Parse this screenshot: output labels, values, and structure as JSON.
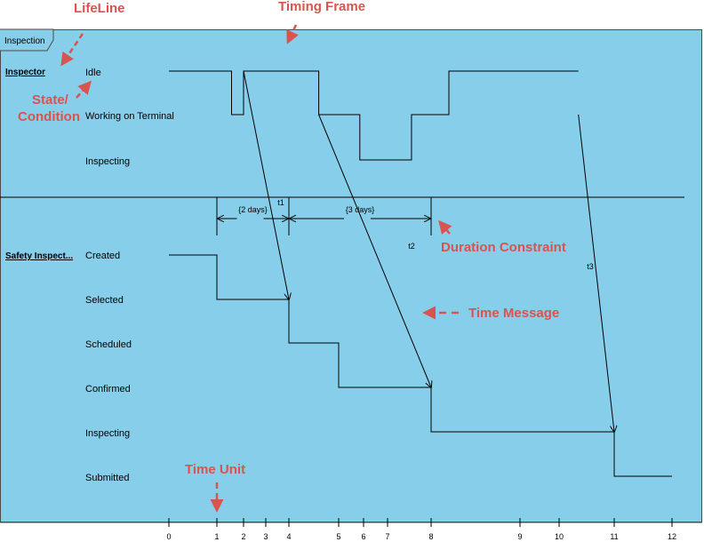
{
  "frame": {
    "title": "Inspection"
  },
  "lifelines": [
    {
      "name": "Inspector",
      "states": [
        "Idle",
        "Working on Terminal",
        "Inspecting"
      ]
    },
    {
      "name": "Safety Inspect...",
      "states": [
        "Created",
        "Selected",
        "Scheduled",
        "Confirmed",
        "Inspecting",
        "Submitted"
      ]
    }
  ],
  "time_axis": {
    "ticks": [
      0,
      1,
      2,
      3,
      4,
      5,
      6,
      7,
      8,
      9,
      10,
      11,
      12
    ]
  },
  "inspector_timeline": [
    {
      "t": 0,
      "state": "Idle"
    },
    {
      "t": 1.55,
      "state": "Working on Terminal"
    },
    {
      "t": 2,
      "state": "Idle"
    },
    {
      "t": 4.6,
      "state": "Working on Terminal"
    },
    {
      "t": 5.85,
      "state": "Inspecting"
    },
    {
      "t": 7.55,
      "state": "Working on Terminal"
    },
    {
      "t": 8.2,
      "state": "Idle"
    },
    {
      "t": 10.35,
      "state": "Idle"
    }
  ],
  "safety_timeline": [
    {
      "t": 0,
      "state": "Created"
    },
    {
      "t": 1,
      "state": "Selected"
    },
    {
      "t": 4,
      "state": "Scheduled"
    },
    {
      "t": 5,
      "state": "Confirmed"
    },
    {
      "t": 8,
      "state": "Inspecting"
    },
    {
      "t": 11,
      "state": "Submitted"
    },
    {
      "t": 12,
      "state": "Submitted"
    }
  ],
  "messages": [
    {
      "label": "t1",
      "from": {
        "t": 2,
        "state": "Idle",
        "lifeline": 0
      },
      "to": {
        "t": 4,
        "state": "Selected",
        "lifeline": 1
      }
    },
    {
      "label": "t2",
      "from": {
        "t": 4.6,
        "state": "Working on Terminal",
        "lifeline": 0
      },
      "to": {
        "t": 8,
        "state": "Confirmed",
        "lifeline": 1
      }
    },
    {
      "label": "t3",
      "from": {
        "t": 10.35,
        "state": "Working on Terminal",
        "lifeline": 0
      },
      "to": {
        "t": 11,
        "state": "Inspecting",
        "lifeline": 1
      }
    }
  ],
  "duration_constraints": [
    {
      "label": "{2 days}",
      "start": 1,
      "end": 4
    },
    {
      "label": "{3 days}",
      "start": 4,
      "end": 8
    }
  ],
  "annotations": {
    "lifeline": "LifeLine",
    "timing_frame": "Timing Frame",
    "state_condition_1": "State/",
    "state_condition_2": "Condition",
    "duration_constraint": "Duration Constraint",
    "time_message": "Time Message",
    "time_unit": "Time Unit"
  },
  "colors": {
    "frame_bg": "#87ceeb",
    "line": "#000000",
    "annotation": "#d9534f"
  }
}
